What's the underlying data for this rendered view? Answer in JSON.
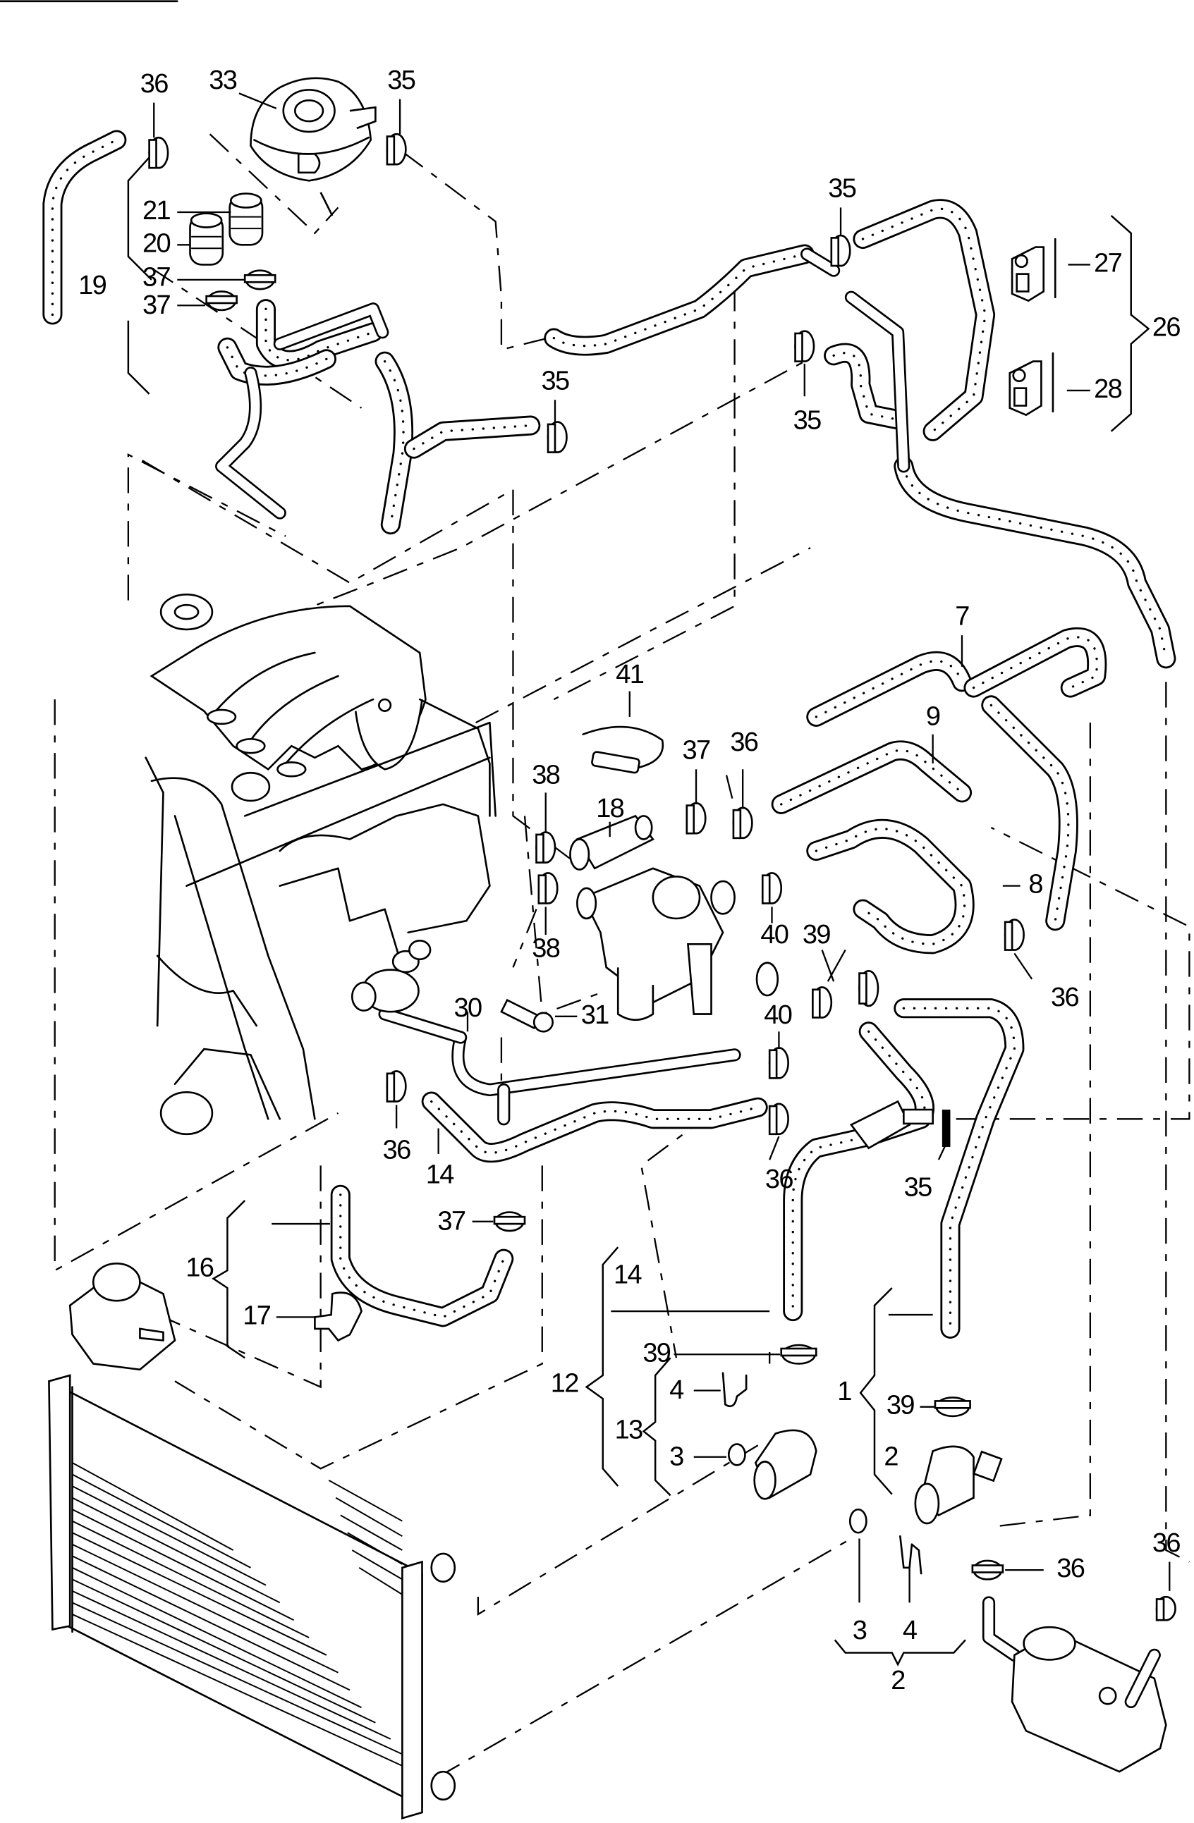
{
  "diagram": {
    "title": "Cooling system hoses and components (exploded parts view)",
    "style": "black line art, dotted fill marks flexible hoses",
    "colors": {
      "line": "#000000",
      "background": "#ffffff"
    }
  },
  "callouts": [
    {
      "id": "c36a",
      "label": "36",
      "part": "hose clip"
    },
    {
      "id": "c33",
      "label": "33",
      "part": "coolant expansion tank"
    },
    {
      "id": "c35a",
      "label": "35",
      "part": "hose clip"
    },
    {
      "id": "c21",
      "label": "21",
      "part": "cap"
    },
    {
      "id": "c20",
      "label": "20",
      "part": "cap"
    },
    {
      "id": "c37a",
      "label": "37",
      "part": "hose clip"
    },
    {
      "id": "c37b",
      "label": "37",
      "part": "hose clip"
    },
    {
      "id": "c19",
      "label": "19",
      "part": "hose assembly"
    },
    {
      "id": "c35b",
      "label": "35",
      "part": "hose clip"
    },
    {
      "id": "c35c",
      "label": "35",
      "part": "hose clip"
    },
    {
      "id": "c35d",
      "label": "35",
      "part": "hose clip"
    },
    {
      "id": "c27",
      "label": "27",
      "part": "connector"
    },
    {
      "id": "c26",
      "label": "26",
      "part": "hose assembly"
    },
    {
      "id": "c28",
      "label": "28",
      "part": "connector"
    },
    {
      "id": "c7",
      "label": "7",
      "part": "hose"
    },
    {
      "id": "c41",
      "label": "41",
      "part": "hose clamp band"
    },
    {
      "id": "c9",
      "label": "9",
      "part": "hose"
    },
    {
      "id": "c37c",
      "label": "37",
      "part": "hose clip"
    },
    {
      "id": "c36b",
      "label": "36",
      "part": "hose clip"
    },
    {
      "id": "c38a",
      "label": "38",
      "part": "hose clip"
    },
    {
      "id": "c18",
      "label": "18",
      "part": "coolant flange"
    },
    {
      "id": "c8",
      "label": "8",
      "part": "hose"
    },
    {
      "id": "c38b",
      "label": "38",
      "part": "hose clip"
    },
    {
      "id": "c40a",
      "label": "40",
      "part": "hose clip"
    },
    {
      "id": "c39a",
      "label": "39",
      "part": "hose clip"
    },
    {
      "id": "c36c",
      "label": "36",
      "part": "hose clip"
    },
    {
      "id": "c30",
      "label": "30",
      "part": "coolant pipe"
    },
    {
      "id": "c31",
      "label": "31",
      "part": "bolt"
    },
    {
      "id": "c40b",
      "label": "40",
      "part": "hose clip"
    },
    {
      "id": "c36d",
      "label": "36",
      "part": "hose clip"
    },
    {
      "id": "c14a",
      "label": "14",
      "part": "hose"
    },
    {
      "id": "c36e",
      "label": "36",
      "part": "hose clip"
    },
    {
      "id": "c35e",
      "label": "35",
      "part": "hose clip"
    },
    {
      "id": "c37d",
      "label": "37",
      "part": "hose clip"
    },
    {
      "id": "c16",
      "label": "16",
      "part": "hose assembly"
    },
    {
      "id": "c17",
      "label": "17",
      "part": "retainer"
    },
    {
      "id": "c14b",
      "label": "14",
      "part": "hose"
    },
    {
      "id": "c39b",
      "label": "39",
      "part": "hose clip"
    },
    {
      "id": "c12",
      "label": "12",
      "part": "hose assembly"
    },
    {
      "id": "c4a",
      "label": "4",
      "part": "retaining clip"
    },
    {
      "id": "c13",
      "label": "13",
      "part": "connector assembly"
    },
    {
      "id": "c3a",
      "label": "3",
      "part": "O-ring"
    },
    {
      "id": "c1",
      "label": "1",
      "part": "hose assembly"
    },
    {
      "id": "c39c",
      "label": "39",
      "part": "hose clip"
    },
    {
      "id": "c2a",
      "label": "2",
      "part": "connector"
    },
    {
      "id": "c36f",
      "label": "36",
      "part": "hose clip"
    },
    {
      "id": "c36g",
      "label": "36",
      "part": "hose clip"
    },
    {
      "id": "c3b",
      "label": "3",
      "part": "O-ring"
    },
    {
      "id": "c4b",
      "label": "4",
      "part": "retaining clip"
    },
    {
      "id": "c2b",
      "label": "2",
      "part": "connector assembly"
    }
  ]
}
